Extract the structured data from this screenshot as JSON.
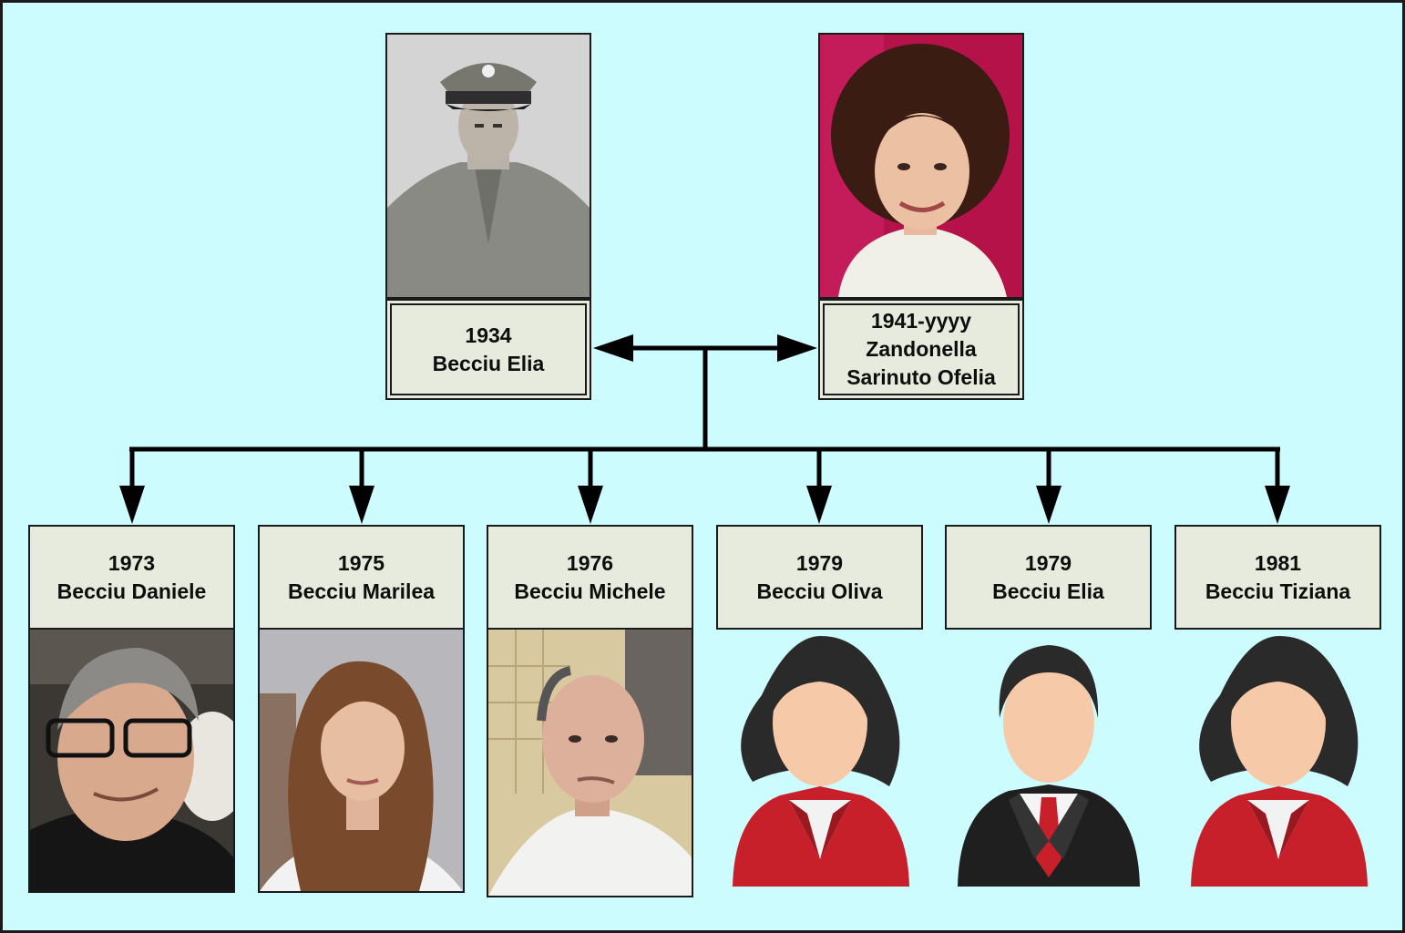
{
  "parents": [
    {
      "id": "father",
      "year": "1934",
      "name_lines": [
        "Becciu Elia"
      ],
      "photo": "photo-soldier"
    },
    {
      "id": "mother",
      "year": "1941-yyyy",
      "name_lines": [
        "Zandonella",
        "Sarinuto Ofelia"
      ],
      "photo": "photo-woman-red"
    }
  ],
  "children": [
    {
      "year": "1973",
      "name": "Becciu Daniele",
      "photo": "photo-man-glasses"
    },
    {
      "year": "1975",
      "name": "Becciu Marilea",
      "photo": "photo-woman-longhair"
    },
    {
      "year": "1976",
      "name": "Becciu Michele",
      "photo": "photo-man-bald"
    },
    {
      "year": "1979",
      "name": "Becciu Oliva",
      "photo": "female-avatar-icon"
    },
    {
      "year": "1979",
      "name": "Becciu Elia",
      "photo": "male-avatar-icon"
    },
    {
      "year": "1981",
      "name": "Becciu Tiziana",
      "photo": "female-avatar-icon"
    }
  ],
  "colors": {
    "background": "#ccfcfe",
    "label_fill": "#e6ebdd",
    "line": "#000000",
    "avatar_red": "#c8202a",
    "avatar_hair": "#2a2a2a",
    "avatar_skin": "#f6c9a8"
  }
}
